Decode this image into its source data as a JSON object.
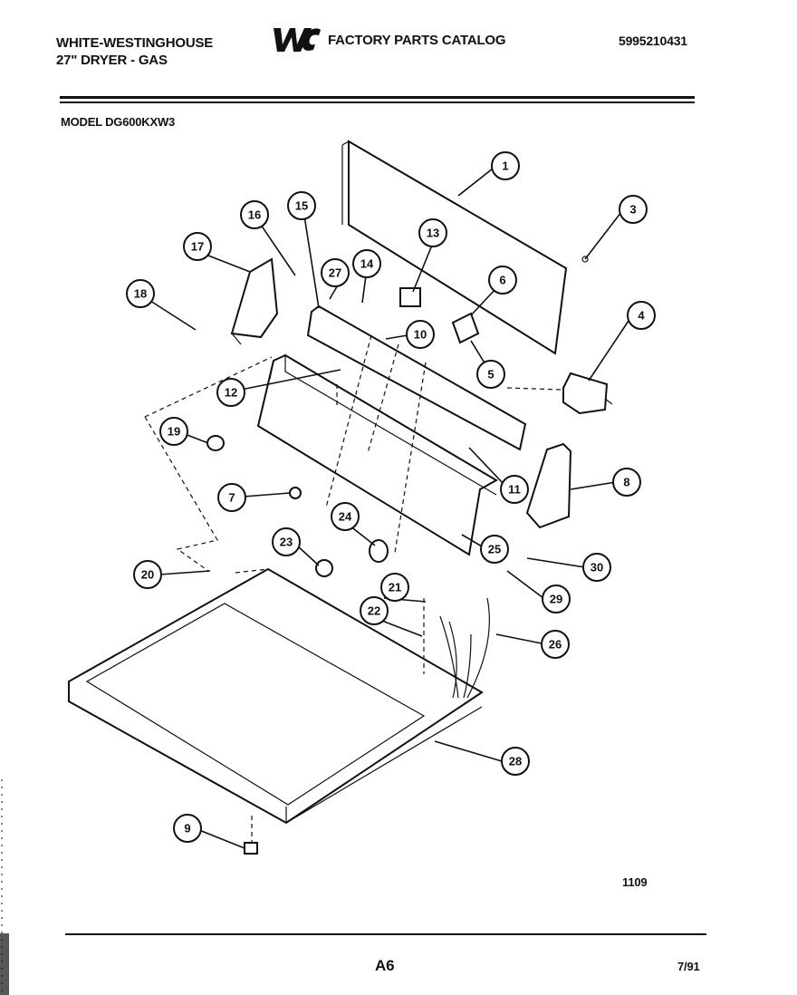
{
  "header": {
    "brand_line1": "WHITE-WESTINGHOUSE",
    "brand_line2": "27\" DRYER - GAS",
    "logo_text": "WCI",
    "catalog_title": "FACTORY PARTS CATALOG",
    "catalog_number": "5995210431",
    "model": "MODEL DG600KXW3"
  },
  "footer": {
    "doc_number": "1109",
    "page_id": "A6",
    "date": "7/91"
  },
  "callouts": [
    "1",
    "3",
    "4",
    "5",
    "6",
    "7",
    "8",
    "9",
    "10",
    "11",
    "12",
    "13",
    "14",
    "15",
    "16",
    "17",
    "18",
    "19",
    "20",
    "21",
    "22",
    "23",
    "24",
    "25",
    "26",
    "27",
    "28",
    "29",
    "30"
  ]
}
